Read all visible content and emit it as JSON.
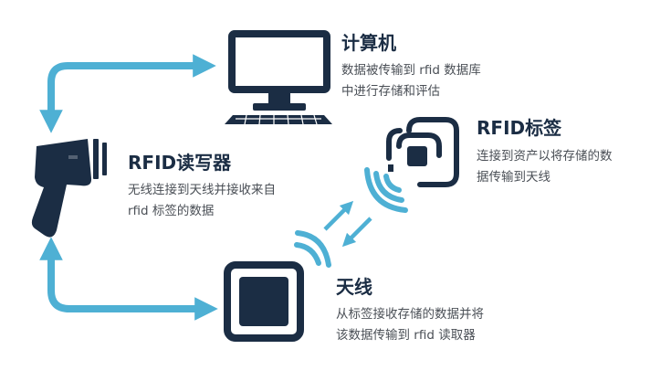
{
  "computer": {
    "title": "计算机",
    "desc_line1": "数据被传输到 rfid 数据库",
    "desc_line2": "中进行存储和评估"
  },
  "tag": {
    "title": "RFID标签",
    "desc_line1": "连接到资产以将存储的数",
    "desc_line2": "据传输到天线"
  },
  "reader": {
    "title": "RFID读写器",
    "desc_line1": "无线连接到天线并接收来自",
    "desc_line2": "rfid 标签的数据"
  },
  "antenna": {
    "title": "天线",
    "desc_line1": "从标签接收存储的数据并将",
    "desc_line2": "该数据传输到 rfid 读取器"
  },
  "colors": {
    "navy": "#1b2d44",
    "arrow": "#4eb0d4",
    "text": "#4a4f56"
  },
  "icons": [
    "computer-icon",
    "rfid-tag-icon",
    "rfid-reader-icon",
    "antenna-icon",
    "wireless-waves-icon",
    "bidirectional-arrow-icon"
  ]
}
